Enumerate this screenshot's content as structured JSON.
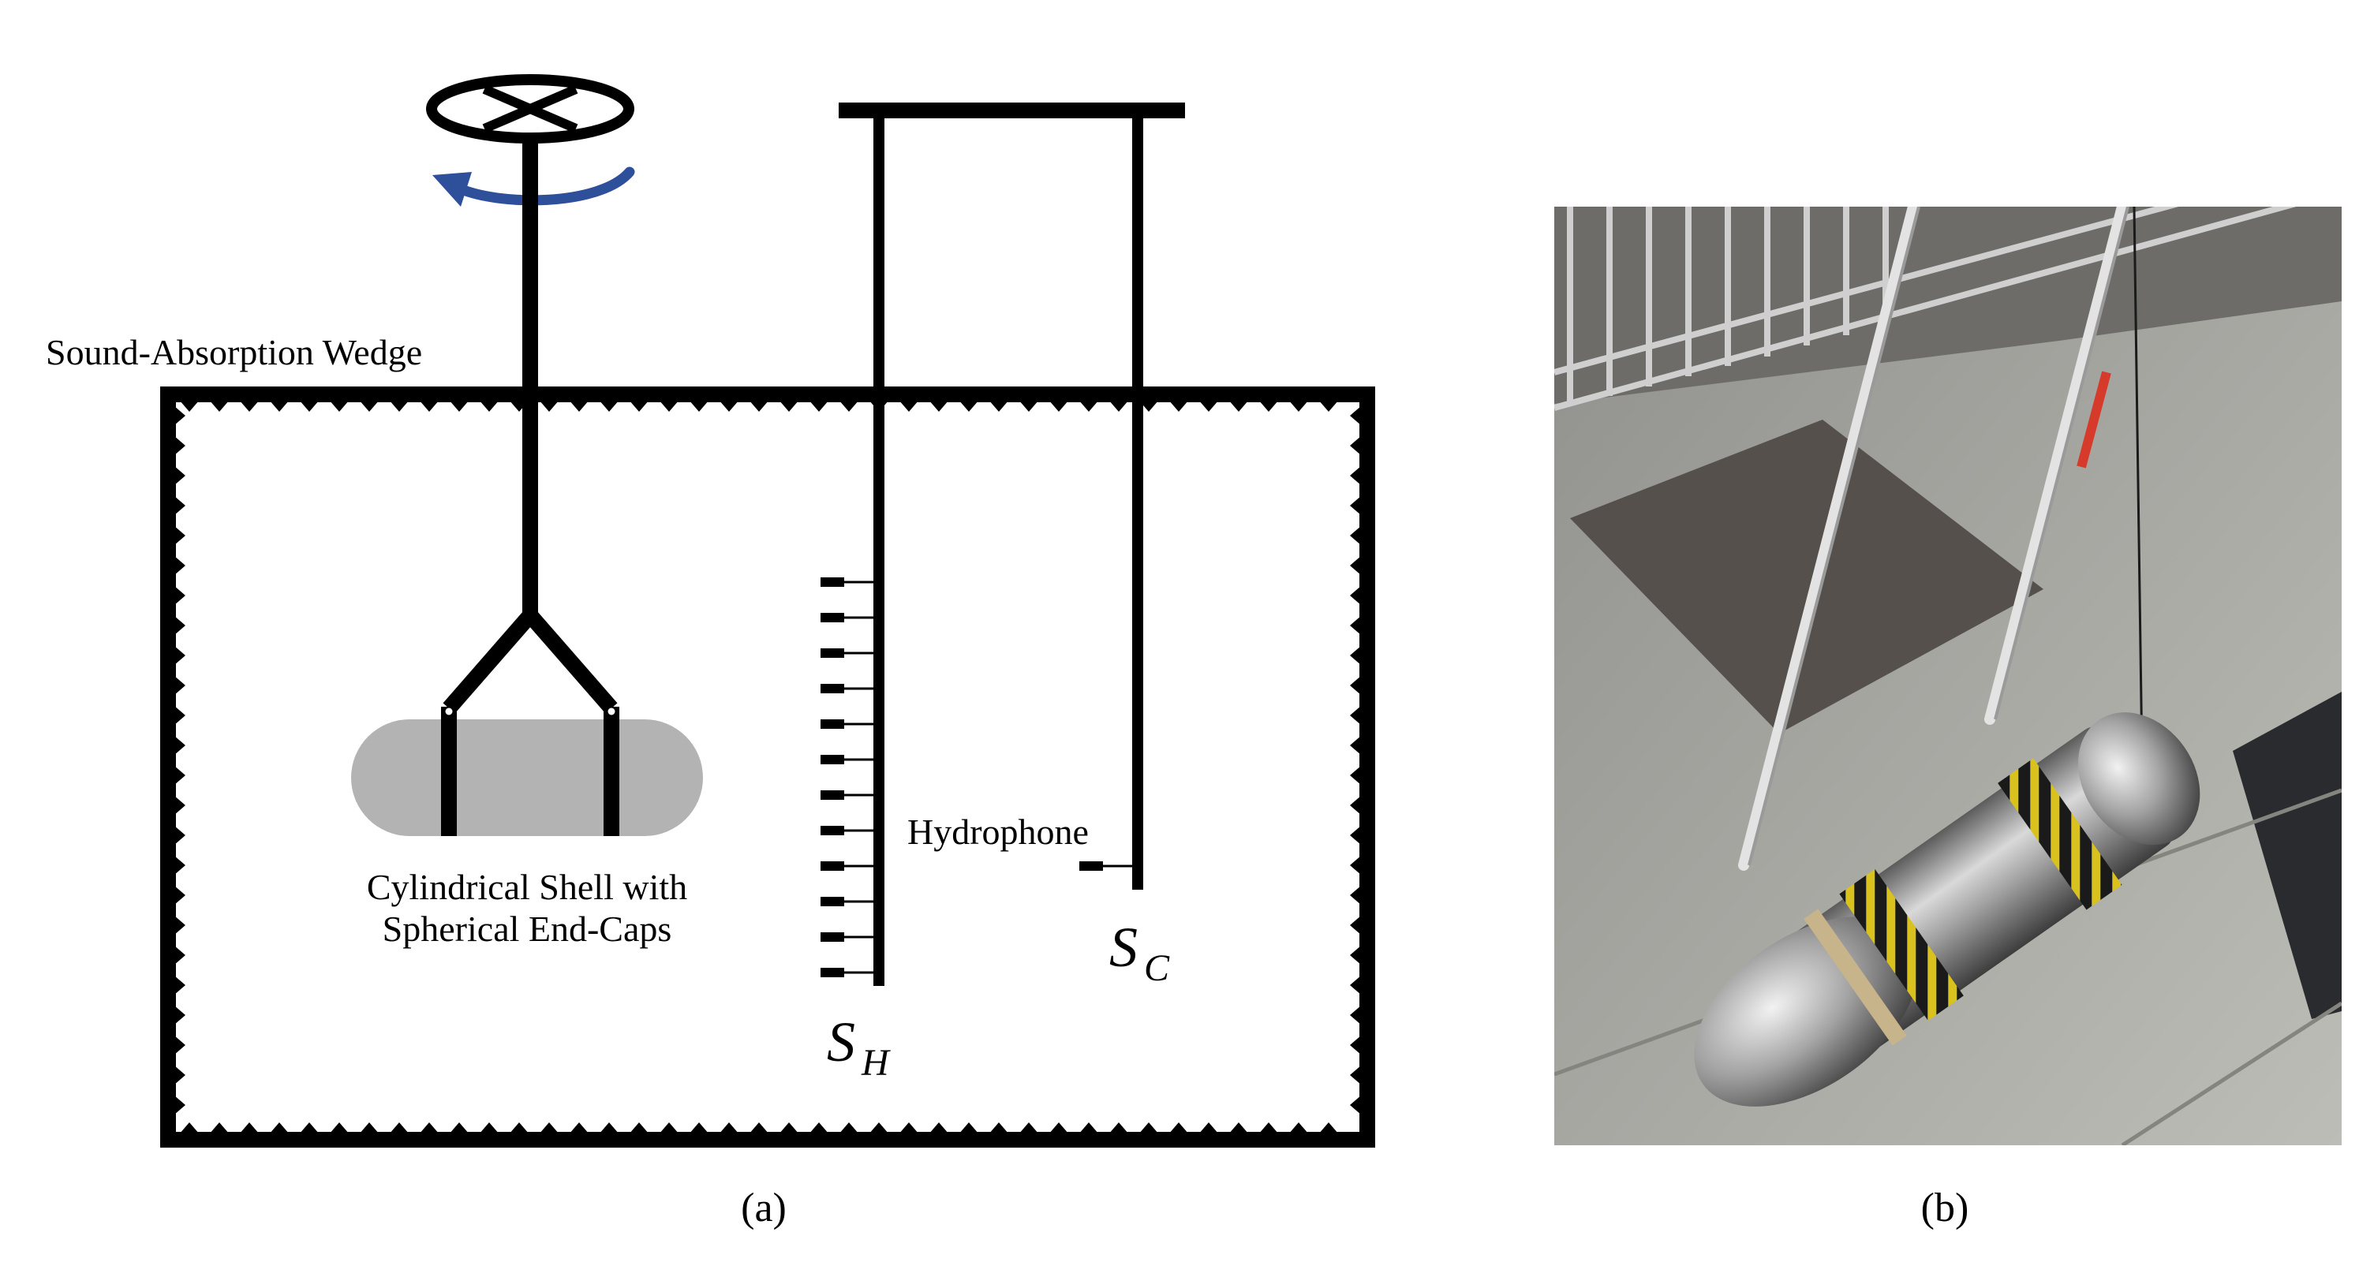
{
  "panel_a": {
    "wedge_label": "Sound-Absorption Wedge",
    "shell_label_line1": "Cylindrical Shell with",
    "shell_label_line2": "Spherical End-Caps",
    "hydrophone_label": "Hydrophone",
    "sh_symbol": "S",
    "sh_subscript": "H",
    "sc_symbol": "S",
    "sc_subscript": "C",
    "caption": "(a)"
  },
  "panel_b": {
    "caption": "(b)"
  },
  "colors": {
    "rotation_arrow": "#2e4f9a",
    "shell_fill": "#b3b3b3",
    "line": "#000000"
  }
}
